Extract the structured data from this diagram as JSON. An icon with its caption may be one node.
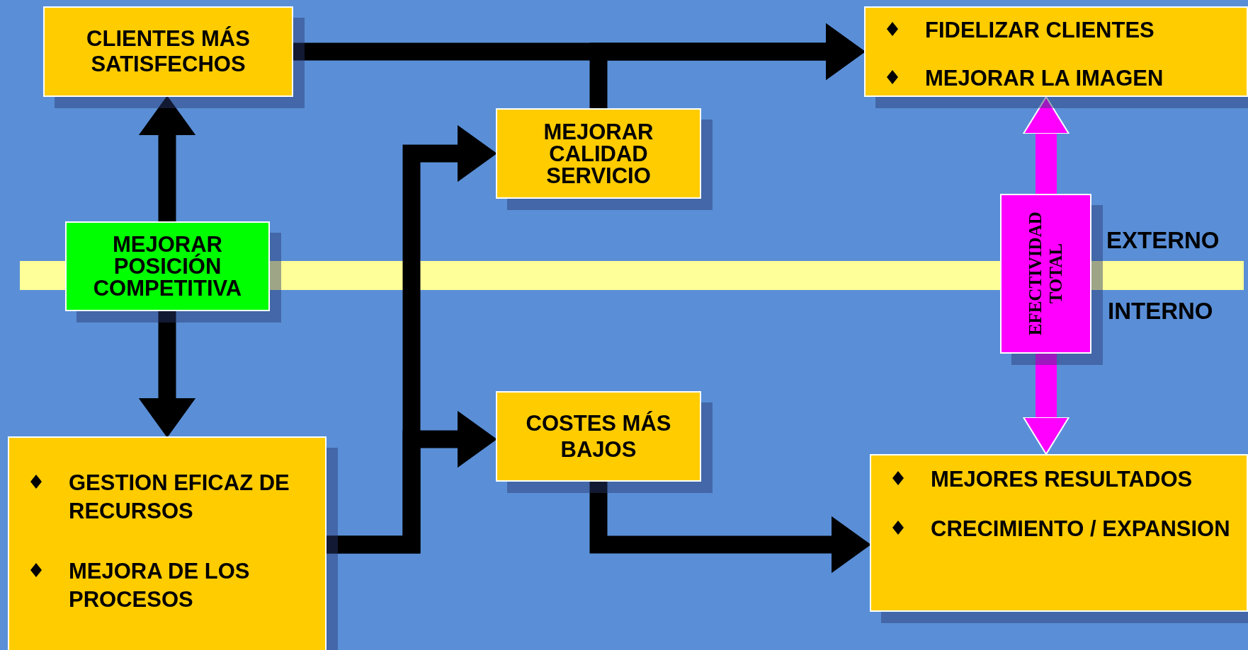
{
  "diagram": {
    "nodes": [
      {
        "text": [
          "CLIENTES MÁS SATISFECHOS"
        ]
      },
      {
        "text": [
          "FIDELIZAR CLIENTES",
          "MEJORAR LA IMAGEN"
        ]
      },
      {
        "text": [
          "MEJORAR CALIDAD SERVICIO"
        ]
      },
      {
        "text": [
          "MEJORAR POSICIÓN COMPETITIVA"
        ]
      },
      {
        "text": [
          "EFECTIVIDAD TOTAL"
        ]
      },
      {
        "text": [
          "COSTES MÁS BAJOS"
        ]
      },
      {
        "text": [
          "MEJORES RESULTADOS",
          "CRECIMIENTO / EXPANSION"
        ]
      },
      {
        "text": [
          "GESTION EFICAZ DE RECURSOS",
          "MEJORA DE LOS PROCESOS"
        ]
      }
    ],
    "edges": [
      {
        "from": 3,
        "to": 0,
        "arrow": "to"
      },
      {
        "from": 3,
        "to": 7,
        "arrow": "to"
      },
      {
        "from": 0,
        "to": 1,
        "arrow": "to"
      },
      {
        "from": 2,
        "to": 1,
        "arrow": "to"
      },
      {
        "from": 7,
        "to": 2,
        "arrow": "to"
      },
      {
        "from": 7,
        "to": 5,
        "arrow": "to"
      },
      {
        "from": 5,
        "to": 6,
        "arrow": "to"
      },
      {
        "from": 4,
        "to": 1,
        "arrow": "to",
        "color": "#ff00ff"
      },
      {
        "from": 4,
        "to": 6,
        "arrow": "to",
        "color": "#ff00ff"
      }
    ],
    "labels": [
      "EXTERNO",
      "INTERNO"
    ]
  }
}
